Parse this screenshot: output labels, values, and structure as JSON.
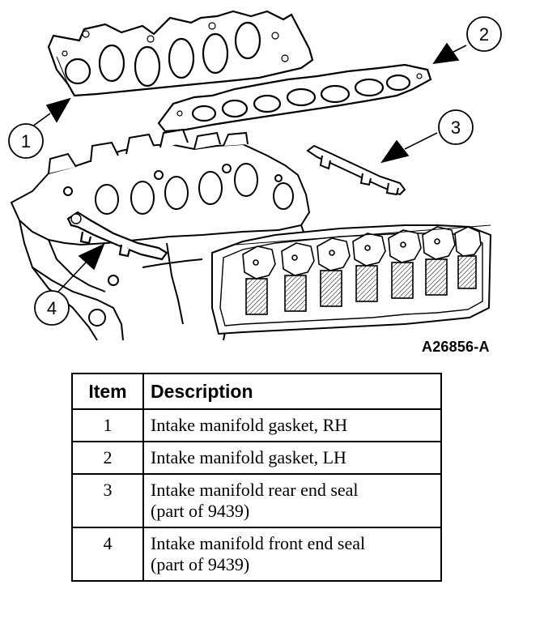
{
  "figure": {
    "id": "A26856-A",
    "callouts": [
      "1",
      "2",
      "3",
      "4"
    ]
  },
  "legend": {
    "headers": {
      "item": "Item",
      "description": "Description"
    },
    "rows": [
      {
        "item": "1",
        "lines": [
          "Intake manifold gasket, RH"
        ]
      },
      {
        "item": "2",
        "lines": [
          "Intake manifold gasket, LH"
        ]
      },
      {
        "item": "3",
        "lines": [
          "Intake manifold rear end seal",
          "(part of 9439)"
        ]
      },
      {
        "item": "4",
        "lines": [
          "Intake manifold front end seal",
          "(part of 9439)"
        ]
      }
    ]
  }
}
